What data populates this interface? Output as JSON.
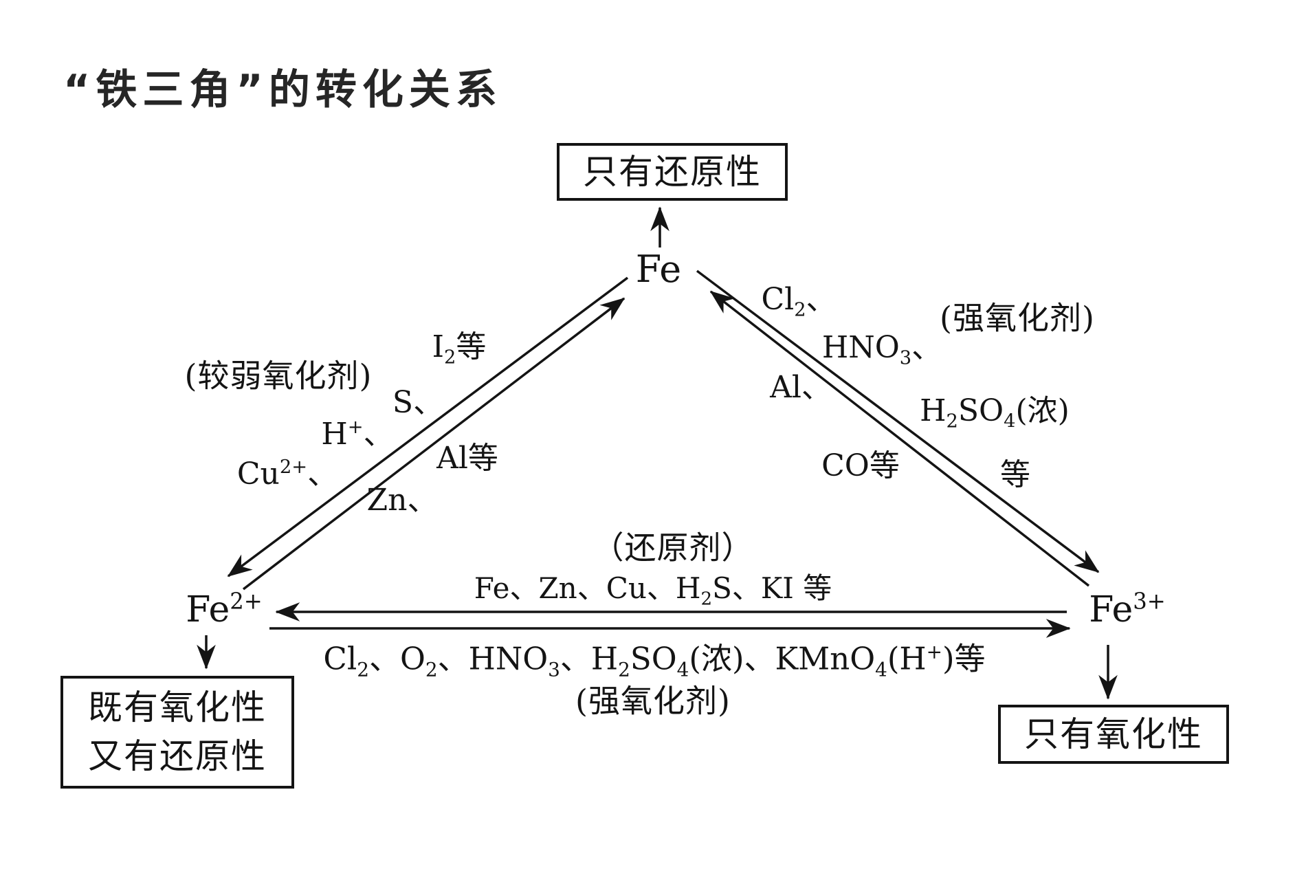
{
  "title": "“铁三角”的转化关系",
  "colors": {
    "ink": "#141414",
    "background": "#ffffff"
  },
  "nodes": {
    "fe": [
      "Fe"
    ],
    "fe2plus": [
      "Fe",
      {
        "sup": "2+"
      }
    ],
    "fe3plus": [
      "Fe",
      {
        "sup": "3+"
      }
    ]
  },
  "boxes": {
    "top": "只有还原性",
    "left_line1": "既有氧化性",
    "left_line2": "又有还原性",
    "right": "只有氧化性"
  },
  "edge_fe2_to_fe": {
    "note": "(较弱氧化剂)",
    "i2": [
      "I",
      {
        "sub": "2"
      },
      "等"
    ],
    "s": "S、",
    "h_plus": [
      "H",
      {
        "sup": "+"
      },
      "、"
    ],
    "cu2plus": [
      "Cu",
      {
        "sup": "2+"
      },
      "、"
    ],
    "al": "Al等",
    "zn": "Zn、"
  },
  "edge_fe3_to_fe": {
    "cl2": [
      "Cl",
      {
        "sub": "2"
      },
      "、"
    ],
    "hno3": [
      "HNO",
      {
        "sub": "3"
      },
      "、"
    ],
    "note": "(强氧化剂)",
    "al": "Al、",
    "h2so4_conc": [
      "H",
      {
        "sub": "2"
      },
      "SO",
      {
        "sub": "4"
      },
      "(浓)"
    ],
    "co": "CO等",
    "etc": "等"
  },
  "edge_fe3_to_fe2": {
    "note": "（还原剂）",
    "agents": [
      "Fe、Zn、Cu、H",
      {
        "sub": "2"
      },
      "S、KI 等"
    ]
  },
  "edge_fe2_to_fe3": {
    "agents": [
      "Cl",
      {
        "sub": "2"
      },
      "、O",
      {
        "sub": "2"
      },
      "、HNO",
      {
        "sub": "3"
      },
      "、H",
      {
        "sub": "2"
      },
      "SO",
      {
        "sub": "4"
      },
      "(浓)、KMnO",
      {
        "sub": "4"
      },
      "(H",
      {
        "sup": "+"
      },
      ")等"
    ],
    "note": "(强氧化剂)"
  }
}
